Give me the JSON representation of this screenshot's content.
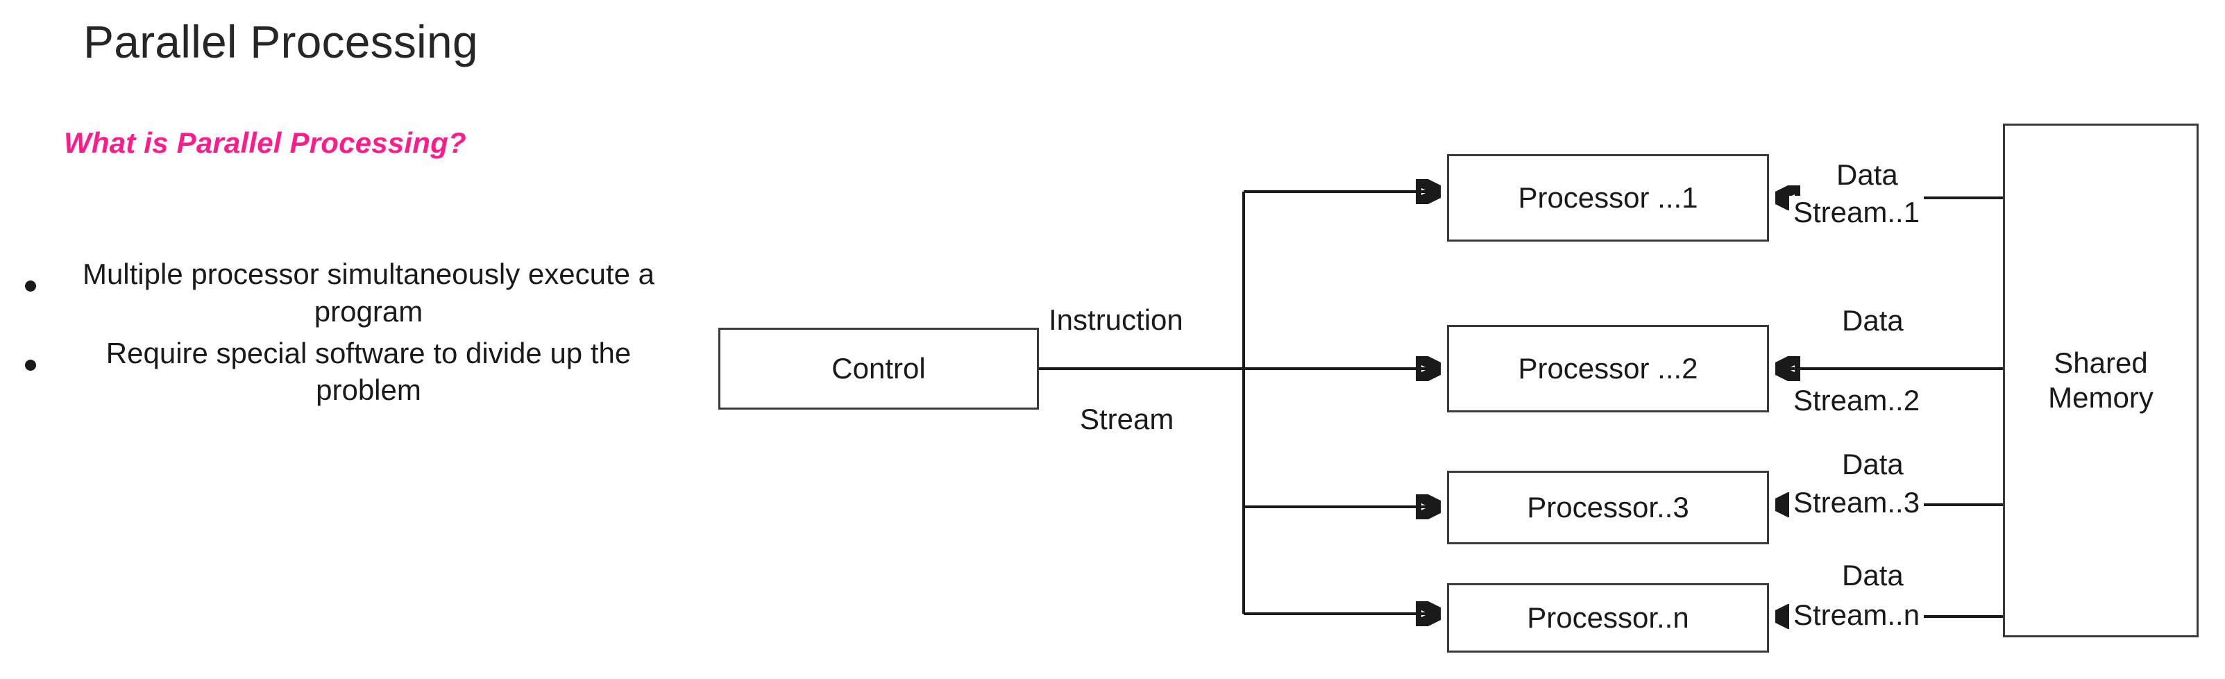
{
  "slide": {
    "title": "Parallel Processing",
    "subhead": "What is Parallel Processing?",
    "accent_color": "#FF1B8D",
    "text_color": "#1a1a1a",
    "stroke_color": "#3a3a3a",
    "background": "#ffffff",
    "bullets": [
      "Multiple processor simultaneously execute a program",
      "Require special software to divide up the problem"
    ]
  },
  "diagram": {
    "control": {
      "label": "Control"
    },
    "instruction_edge": {
      "line1": "Instruction",
      "line2": "Stream"
    },
    "memory": {
      "label": "Shared\nMemory"
    },
    "processors": [
      {
        "label": "Processor ...1",
        "data_top": "Data",
        "data_bottom": "Stream..1"
      },
      {
        "label": "Processor ...2",
        "data_top": "Data",
        "data_bottom": "Stream..2"
      },
      {
        "label": "Processor..3",
        "data_top": "Data",
        "data_bottom": "Stream..3"
      },
      {
        "label": "Processor..n",
        "data_top": "Data",
        "data_bottom": "Stream..n"
      }
    ]
  }
}
